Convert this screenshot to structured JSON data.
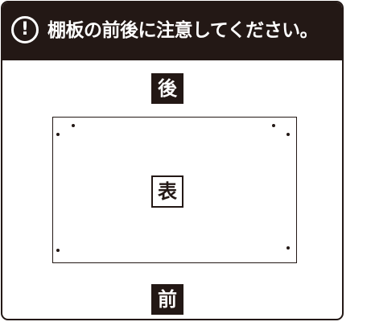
{
  "header": {
    "icon": "exclamation-icon",
    "icon_glyph": "!",
    "text": "棚板の前後に注意してください。"
  },
  "labels": {
    "back": "後",
    "front": "前",
    "face": "表"
  },
  "colors": {
    "dark": "#231815",
    "light": "#ffffff"
  }
}
